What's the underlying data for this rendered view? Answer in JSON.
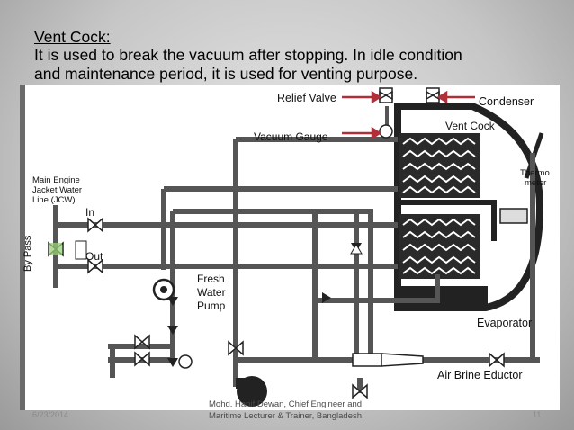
{
  "slide": {
    "title": "Vent Cock:",
    "body_lines": [
      "It is used to break the vacuum after stopping. In idle condition",
      "and maintenance period, it is used for venting purpose."
    ]
  },
  "diagram": {
    "labels": {
      "relief_valve": "Relief Valve",
      "condenser": "Condenser",
      "vent_cock": "Vent Cock",
      "vacuum_gauge": "Vacuum Gauge",
      "main_engine_l1": "Main Engine",
      "main_engine_l2": "Jacket Water",
      "main_engine_l3": "Line (JCW)",
      "in": "In",
      "out": "Out",
      "by_pass": "By Pass",
      "thermometer_l1": "Thermo",
      "thermometer_l2": "meter",
      "fresh_water_l1": "Fresh",
      "fresh_water_l2": "Water",
      "fresh_water_l3": "Pump",
      "evaporator": "Evaporator",
      "air_brine_eductor": "Air Brine Eductor"
    }
  },
  "footer": {
    "date": "6/23/2014",
    "credit_line1": "Mohd. Hanif Dewan, Chief Engineer and",
    "credit_line2": "Maritime Lecturer & Trainer, Bangladesh.",
    "page": "11"
  }
}
